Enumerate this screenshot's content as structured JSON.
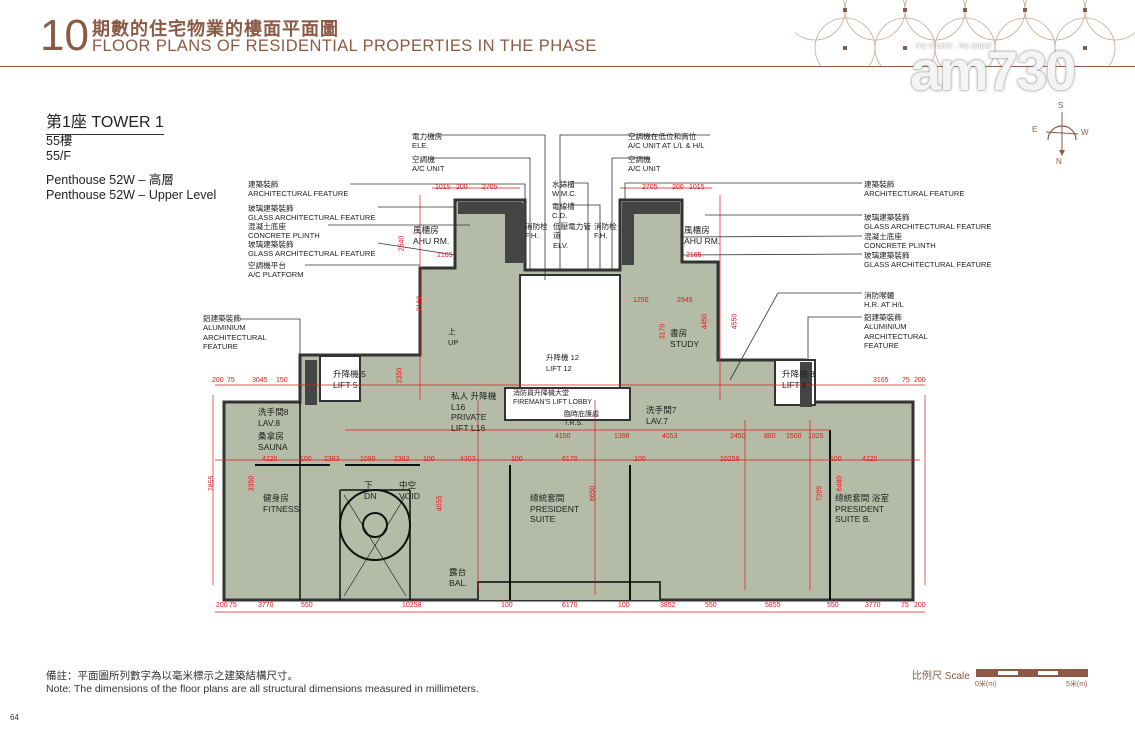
{
  "header": {
    "number": "10",
    "title_zh": "期數的住宅物業的樓面平面圖",
    "title_en": "FLOOR PLANS OF RESIDENTIAL PROPERTIES IN THE PHASE"
  },
  "watermark": {
    "logo": "am730",
    "tagline": "my choice . my paper"
  },
  "compass": {
    "s": "S",
    "e": "E",
    "w": "W",
    "n": "N"
  },
  "tower": "第1座 TOWER 1",
  "floor": {
    "zh": "55樓",
    "en": "55/F"
  },
  "unit": {
    "zh": "Penthouse 52W – 高層",
    "en": "Penthouse 52W – Upper Level"
  },
  "callouts": [
    {
      "zh": "建築裝飾",
      "en": "ARCHITECTURAL FEATURE"
    },
    {
      "zh": "玻璃建築裝飾",
      "en": "GLASS ARCHITECTURAL FEATURE"
    },
    {
      "zh": "混凝土底座",
      "en": "CONCRETE PLINTH"
    },
    {
      "zh": "玻璃建築裝飾",
      "en": "GLASS ARCHITECTURAL FEATURE"
    },
    {
      "zh": "空調機平台",
      "en": "A/C PLATFORM"
    },
    {
      "zh": "鋁建築裝飾",
      "en": "ALUMINIUM ARCHITECTURAL FEATURE"
    },
    {
      "zh": "電力機房",
      "en": "ELE."
    },
    {
      "zh": "空調機",
      "en": "A/C UNIT"
    },
    {
      "zh": "水錶櫃",
      "en": "W.M.C."
    },
    {
      "zh": "電線槽",
      "en": "C.D."
    },
    {
      "zh": "低壓電力管道",
      "en": "ELV."
    },
    {
      "zh": "消防栓",
      "en": "F.H."
    },
    {
      "zh": "消防栓",
      "en": "F.H."
    },
    {
      "zh": "空調機在低位和高位",
      "en": "A/C UNIT  AT L/L & H/L"
    },
    {
      "zh": "空調機",
      "en": "A/C UNIT"
    },
    {
      "zh": "建築裝飾",
      "en": "ARCHITECTURAL FEATURE"
    },
    {
      "zh": "玻璃建築裝飾",
      "en": "GLASS ARCHITECTURAL FEATURE"
    },
    {
      "zh": "混凝土底座",
      "en": "CONCRETE PLINTH"
    },
    {
      "zh": "玻璃建築裝飾",
      "en": "GLASS ARCHITECTURAL FEATURE"
    },
    {
      "zh": "消防喉轆",
      "en": "H.R. AT H/L"
    },
    {
      "zh": "鋁建築裝飾",
      "en": "ALUMINIUM ARCHITECTURAL FEATURE"
    }
  ],
  "rooms": [
    {
      "zh": "風櫃房",
      "en": "AHU RM."
    },
    {
      "zh": "風櫃房",
      "en": "AHU RM."
    },
    {
      "zh": "書房",
      "en": "STUDY"
    },
    {
      "zh": "升降機 12",
      "en": "LIFT 12"
    },
    {
      "zh": "升降機 5",
      "en": "LIFT 5"
    },
    {
      "zh": "升降機 8",
      "en": "LIFT 8"
    },
    {
      "zh": "私人 升降機 L16",
      "en": "PRIVATE LIFT L16"
    },
    {
      "zh": "消防員升降機大堂",
      "en": "FIREMAN'S LIFT LOBBY"
    },
    {
      "zh": "臨時庇護處",
      "en": "T.R.S."
    },
    {
      "zh": "洗手間8",
      "en": "LAV.8"
    },
    {
      "zh": "桑拿房",
      "en": "SAUNA"
    },
    {
      "zh": "洗手間7",
      "en": "LAV.7"
    },
    {
      "zh": "健身房",
      "en": "FITNESS"
    },
    {
      "zh": "下",
      "en": "DN"
    },
    {
      "zh": "中空",
      "en": "VOID"
    },
    {
      "zh": "總統套間",
      "en": "PRESIDENT SUITE"
    },
    {
      "zh": "總統套間 浴室",
      "en": "PRESIDENT SUITE B."
    },
    {
      "zh": "露台",
      "en": "BAL."
    },
    {
      "zh": "上",
      "en": "UP"
    }
  ],
  "dims_bottom": [
    "200",
    "75",
    "3770",
    "550",
    "10258",
    "100",
    "6170",
    "100",
    "3852",
    "550",
    "5855",
    "550",
    "3770",
    "75",
    "200"
  ],
  "dims_row1": [
    "200",
    "75",
    "3045",
    "150",
    "4220",
    "100",
    "2383",
    "1090",
    "2382",
    "100",
    "4303",
    "100",
    "6170",
    "100",
    "10258",
    "100",
    "4220"
  ],
  "dims_right_top": [
    "3165",
    "75",
    "200"
  ],
  "dims_top": [
    "1015",
    "200",
    "2705",
    "2165",
    "2705",
    "200",
    "1015",
    "2165",
    "1250",
    "2945",
    "4150",
    "4053",
    "2450",
    "880",
    "1500",
    "1025",
    "1398"
  ],
  "dims_vert": [
    "7855",
    "3350",
    "4055",
    "6650",
    "7205",
    "6480",
    "2540",
    "4450",
    "4550",
    "3170",
    "2350",
    "2160"
  ],
  "notes": {
    "zh": "備註：平面圖所列數字為以毫米標示之建築結構尺寸。",
    "en": "Note:  The dimensions of the floor plans are all structural dimensions measured in millimeters."
  },
  "scale": {
    "label": "比例尺 Scale",
    "start": "0米(m)",
    "end": "5米(m)"
  },
  "page_number": "64",
  "colors": {
    "brand": "#8b5a44",
    "room": "#b4bba6",
    "wall": "#333333",
    "dimension": "#e01a1a"
  }
}
